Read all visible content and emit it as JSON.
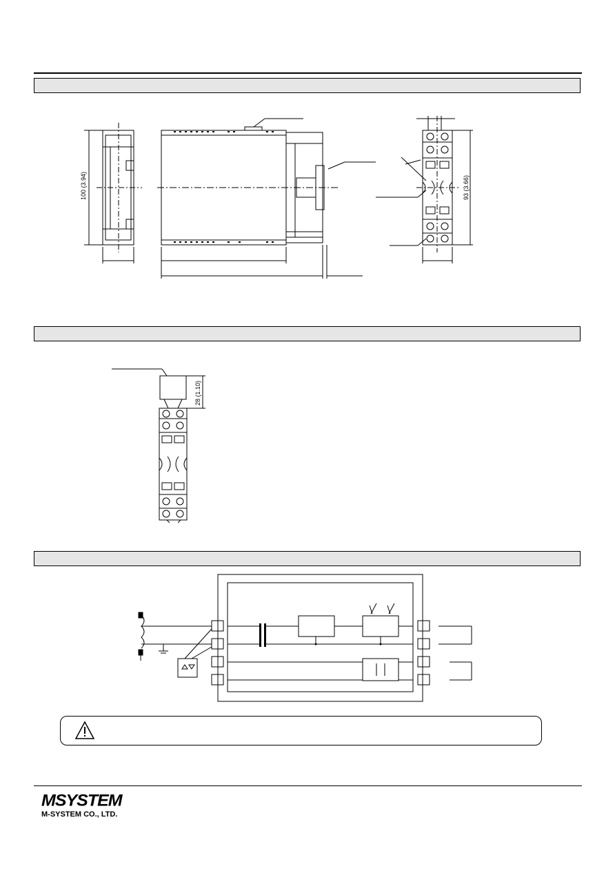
{
  "dimensions": {
    "height_front": "100 (3.94)",
    "height_side": "93 (3.66)",
    "connector_height": "28 (1.10)"
  },
  "icons": {
    "caution": "warning-triangle-icon"
  },
  "brand": {
    "logo_text": "MSYSTEM",
    "company": "M-SYSTEM CO., LTD."
  }
}
